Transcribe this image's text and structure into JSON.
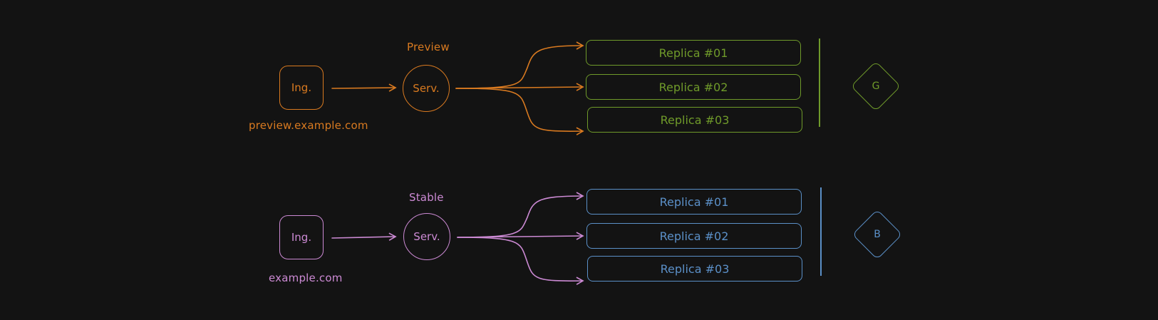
{
  "colors": {
    "background": "#131313",
    "preview": "#d97a20",
    "stable": "#cc8ad4",
    "green": "#6f9a2a",
    "blue": "#5b90c8"
  },
  "preview": {
    "title": "Preview",
    "ingress": "Ing.",
    "service": "Serv.",
    "host": "preview.example.com",
    "replicas": [
      "Replica #01",
      "Replica #02",
      "Replica #03"
    ],
    "group": "G"
  },
  "stable": {
    "title": "Stable",
    "ingress": "Ing.",
    "service": "Serv.",
    "host": "example.com",
    "replicas": [
      "Replica #01",
      "Replica #02",
      "Replica #03"
    ],
    "group": "B"
  }
}
